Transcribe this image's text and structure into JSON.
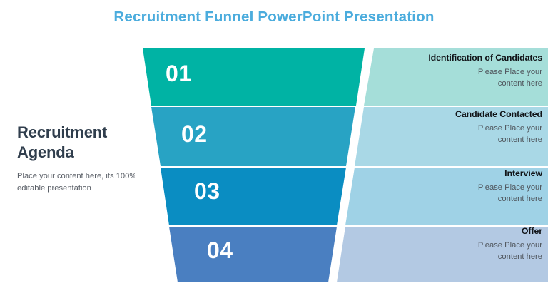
{
  "slide": {
    "title": "Recruitment Funnel PowerPoint Presentation",
    "background_color": "#ffffff",
    "title_color": "#4bacdd"
  },
  "agenda": {
    "heading_line1": "Recruitment",
    "heading_line2": "Agenda",
    "body": "Place your content here, its 100% editable presentation",
    "heading_color": "#303e4d",
    "body_color": "#595e66"
  },
  "funnel": {
    "type": "funnel",
    "stages": [
      {
        "number": "01",
        "title": "Identification of Candidates",
        "desc_line1": "Please Place your",
        "desc_line2": "content here",
        "band_color": "#00b3a4",
        "panel_color": "#a5ded9"
      },
      {
        "number": "02",
        "title": "Candidate Contacted",
        "desc_line1": "Please Place your",
        "desc_line2": "content here",
        "band_color": "#28a3c4",
        "panel_color": "#a9d8e6"
      },
      {
        "number": "03",
        "title": "Interview",
        "desc_line1": "Please Place your",
        "desc_line2": "content here",
        "band_color": "#0a8dc2",
        "panel_color": "#9fd2e6"
      },
      {
        "number": "04",
        "title": "Offer",
        "desc_line1": "Please Place your",
        "desc_line2": "content here",
        "band_color": "#4a7fc1",
        "panel_color": "#b3c9e3"
      }
    ]
  }
}
